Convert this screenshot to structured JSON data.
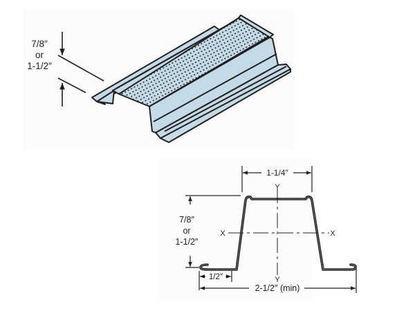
{
  "figure": {
    "isometric_view": {
      "dimension_label": {
        "line1": "7/8″",
        "line2": "or",
        "line3": "1-1/2″"
      }
    },
    "cross_section": {
      "top_width_label": "1-1/4″",
      "height_label": {
        "line1": "7/8″",
        "line2": "or",
        "line3": "1-1/2″"
      },
      "flange_label": "1/2″",
      "overall_width_label": "2-1/2″ (min)",
      "axis_labels": {
        "x_left": "X",
        "x_right": "X",
        "y_top": "Y",
        "y_bottom": "Y"
      }
    },
    "colors": {
      "metal_fill": "#c3dbe6",
      "outline": "#231f20",
      "perforation": "#231f20",
      "panel_background": "#fbfbfb"
    }
  }
}
